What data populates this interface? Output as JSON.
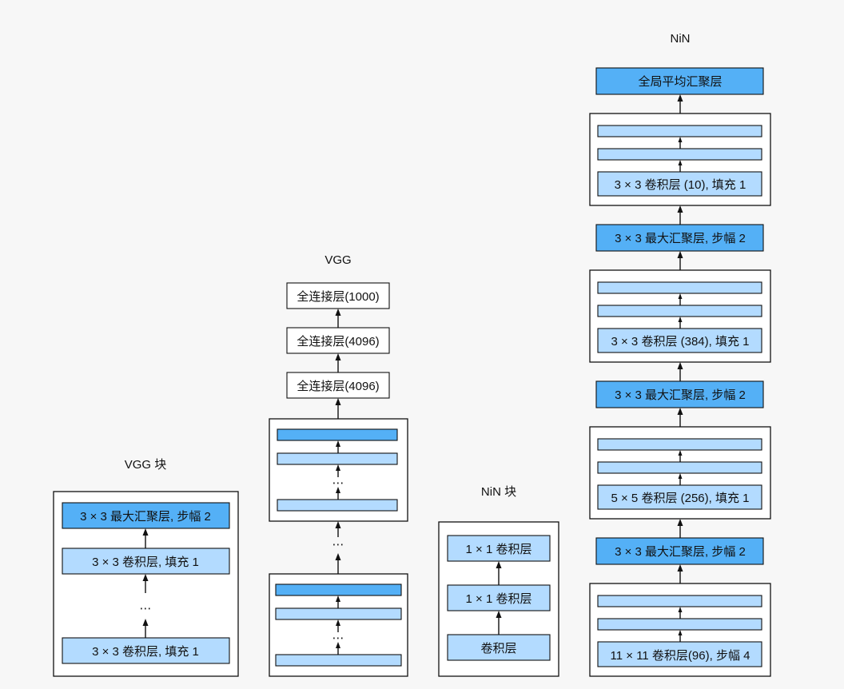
{
  "colors": {
    "light_block": "#b3dbff",
    "dark_block": "#54b0f6",
    "background": "#f7f7f7"
  },
  "vgg_block": {
    "title": "VGG 块",
    "pool": "3 × 3 最大汇聚层, 步幅 2",
    "conv_top": "3 × 3 卷积层, 填充 1",
    "dots": "⋯",
    "conv_bottom": "3 × 3 卷积层, 填充 1"
  },
  "vgg": {
    "title": "VGG",
    "fc1": "全连接层(1000)",
    "fc2": "全连接层(4096)",
    "fc3": "全连接层(4096)",
    "dots": "⋯"
  },
  "nin_block": {
    "title": "NiN 块",
    "conv1": "1 × 1 卷积层",
    "conv2": "1 × 1 卷积层",
    "conv3": "卷积层"
  },
  "nin": {
    "title": "NiN",
    "gap": "全局平均汇聚层",
    "block4_conv": "3 × 3 卷积层 (10), 填充 1",
    "pool3": "3 × 3 最大汇聚层, 步幅 2",
    "block3_conv": "3 × 3 卷积层 (384), 填充 1",
    "pool2": "3 × 3 最大汇聚层, 步幅 2",
    "block2_conv": "5 × 5 卷积层 (256), 填充 1",
    "pool1": "3 × 3 最大汇聚层, 步幅 2",
    "block1_conv": "11 × 11 卷积层(96), 步幅 4"
  }
}
